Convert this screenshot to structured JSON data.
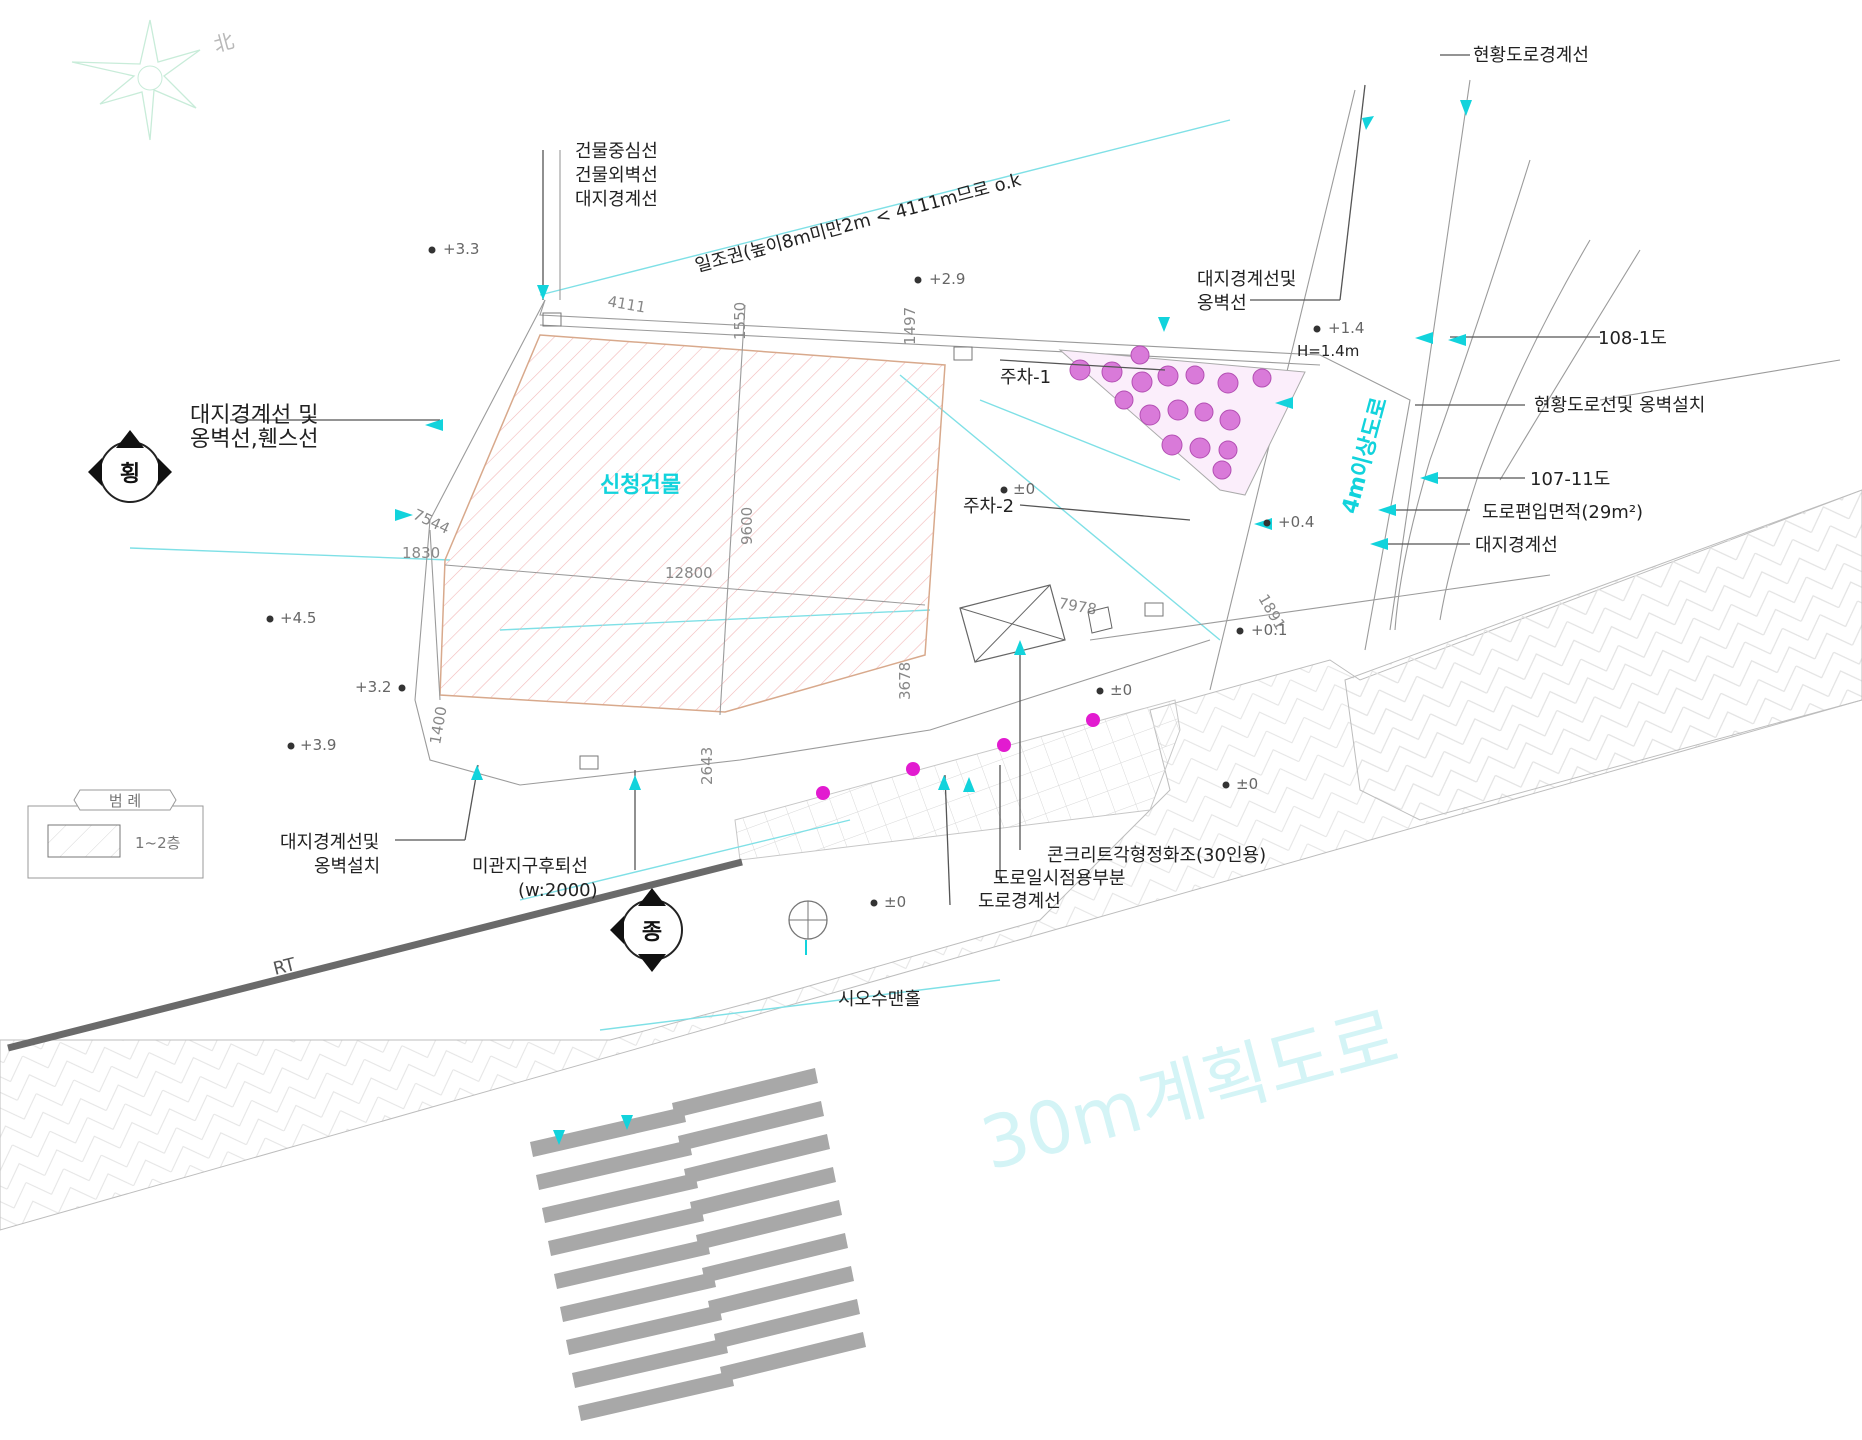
{
  "north": {
    "label": "北"
  },
  "dims": {
    "d4111": "4111",
    "d1550": "1550",
    "d1497": "1497",
    "d9600": "9600",
    "d12800": "12800",
    "d1830": "1830",
    "d7544": "7544",
    "d1400": "1400",
    "d2643": "2643",
    "d3678": "3678",
    "d7978": "7978",
    "d1891": "1891"
  },
  "levels": {
    "l1": "+3.3",
    "l2": "+2.9",
    "l3": "+1.4",
    "l4": "±0",
    "l5": "+0.4",
    "l6": "+4.5",
    "l7": "+0.1",
    "l8": "+3.2",
    "l9": "±0",
    "l10": "+3.9",
    "l11": "±0",
    "l12": "±0"
  },
  "labels": {
    "building_center": "건물중심선",
    "building_wall": "건물외벽선",
    "site_boundary": "대지경계선",
    "sunlight": "일조권(높이8m미만2m < 4111m므로 o.k",
    "site_boundary_retaining": "대지경계선및",
    "retaining_line": "옹벽선",
    "height": "H=1.4m",
    "current_road_boundary": "현황도로경계선",
    "road_108": "108-1도",
    "current_road_retaining": "현황도로선및 옹벽설치",
    "road_107": "107-11도",
    "road_inclusion": "도로편입면적(29m²)",
    "site_boundary_2": "대지경계선",
    "parking1": "주차-1",
    "parking2": "주차-2",
    "new_building": "신청건물",
    "left_label_1": "대지경계선 및",
    "left_label_2": "옹벽선,휀스선",
    "bottom_retaining_1": "대지경계선및",
    "bottom_retaining_2": "옹벽설치",
    "setback_1": "미관지구후퇴선",
    "setback_2": "(w:2000)",
    "septic": "콘크리트각형정화조(30인용)",
    "temp_road": "도로일시점용부분",
    "road_boundary": "도로경계선",
    "manhole": "시오수맨홀",
    "rt": "RT",
    "road_4m": "4m이상도로",
    "road_30m": "30m계획도로"
  },
  "badges": {
    "side": "횡",
    "longitudinal": "종"
  },
  "legend": {
    "title": "범 례",
    "item": "1~2층"
  }
}
